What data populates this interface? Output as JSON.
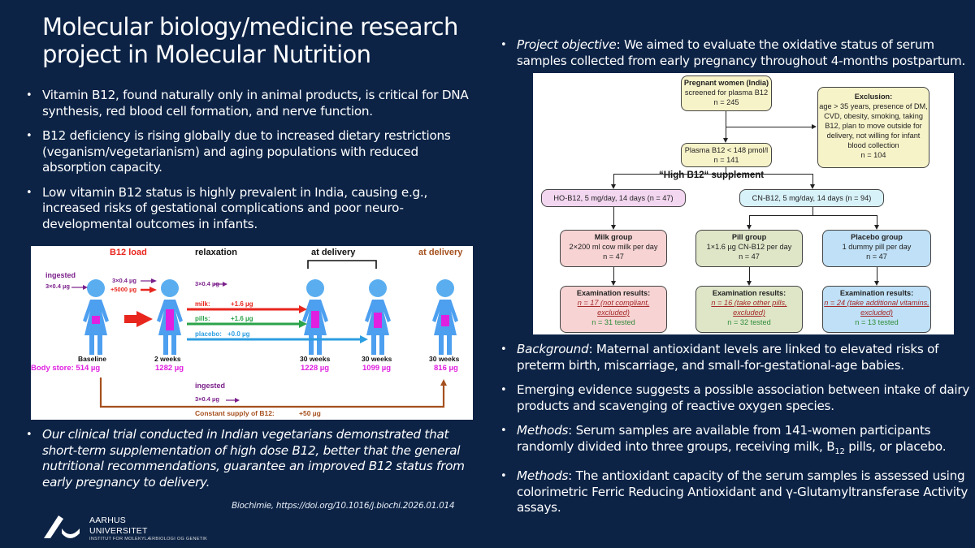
{
  "title": "Molecular biology/medicine research project in Molecular Nutrition",
  "left_bullets": [
    "Vitamin B12, found naturally only in animal products, is critical for DNA synthesis, red blood cell formation, and nerve function.",
    "B12 deficiency is rising globally due to increased dietary restrictions (veganism/vegetarianism) and aging populations with reduced absorption capacity.",
    "Low vitamin B12 status is highly prevalent in India, causing e.g., increased risks of gestational complications and poor neuro-developmental outcomes in infants."
  ],
  "left_bottom_bullet": "Our clinical trial conducted in Indian vegetarians demonstrated that short-term supplementation of high dose B12, better that the general nutritional recommendations, guarantee an improved B12 status from early pregnancy to delivery.",
  "reference": "Biochimie, https://doi.org/10.1016/j.biochi.2026.01.014",
  "logo": {
    "line1": "AARHUS",
    "line2": "UNIVERSITET",
    "line3": "INSTITUT FOR MOLEKYLÆRBIOLOGI OG GENETIK"
  },
  "right_top": {
    "label": "Project objective",
    "text": ": We aimed to evaluate the oxidative status of serum samples collected from early pregnancy throughout 4-months postpartum."
  },
  "right_bullets": {
    "b1_label": "Background",
    "b1_text": ": Maternal antioxidant levels are linked to elevated risks of preterm birth, miscarriage, and small-for-gestational-age babies.",
    "b2_text": "Emerging evidence suggests a possible association between intake of dairy products and scavenging of reactive oxygen species.",
    "b3_label": "Methods",
    "b3_text_a": ": Serum samples are available from 141-women participants randomly divided into three groups, receiving milk, B",
    "b3_sub": "12",
    "b3_text_b": " pills, or placebo.",
    "b4_label": "Methods",
    "b4_text": ": The antioxidant capacity of the serum samples is assessed using colorimetric Ferric Reducing Antioxidant and γ-Glutamyltransferase Activity assays."
  },
  "b12_figure": {
    "phases": {
      "load": "B12 load",
      "relaxation": "relaxation",
      "delivery": "at delivery",
      "delivery2": "at delivery"
    },
    "ingested": "ingested",
    "dose": "3×0.4 µg",
    "megadose": "+5000 µg",
    "groups": [
      {
        "name": "milk:",
        "value": "+1.6 µg",
        "color": "#e8261e"
      },
      {
        "name": "pills:",
        "value": "+1.6 µg",
        "color": "#2aa34a"
      },
      {
        "name": "placebo:",
        "value": "+0.0 µg",
        "color": "#2d9ee0"
      }
    ],
    "timepoints": [
      {
        "label": "Baseline",
        "value": "Body store:  514 µg"
      },
      {
        "label": "2 weeks",
        "value": "1282 µg"
      },
      {
        "label": "30 weeks",
        "value": "1228 µg"
      },
      {
        "label": "30 weeks",
        "value": "1099 µg"
      },
      {
        "label": "30 weeks",
        "value": "816 µg"
      }
    ],
    "constant_supply": "Constant supply of B12:",
    "constant_value": "+50 µg"
  },
  "flowchart": {
    "screen": {
      "title": "Pregnant women (India)",
      "line": "screened for plasma B12",
      "n": "n = 245"
    },
    "exclusion": {
      "title": "Exclusion:",
      "text": "age > 35 years, presence of DM, CVD, obesity, smoking, taking B12, plan to move outside for delivery, not willing for infant blood collection",
      "n": "n = 104"
    },
    "plasma": {
      "line": "Plasma B12 < 148 pmol/l",
      "n": "n = 141"
    },
    "supplement": "“High B12“ supplement",
    "ho": "HO-B12, 5 mg/day, 14 days  (n = 47)",
    "cn": "CN-B12, 5 mg/day, 14 days    (n = 94)",
    "groups": [
      {
        "title": "Milk group",
        "line": "2×200 ml cow milk per day",
        "n": "n = 47",
        "exam": "Examination results:",
        "excluded": "n = 17 (not compliant, excluded)",
        "tested": "n = 31 tested"
      },
      {
        "title": "Pill group",
        "line": "1×1.6 µg CN-B12 per day",
        "n": "n = 47",
        "exam": "Examination results:",
        "excluded": "n = 16 (take other pills, excluded)",
        "tested": "n = 32 tested"
      },
      {
        "title": "Placebo group",
        "line": "1 dummy pill per day",
        "n": "n = 47",
        "exam": "Examination results:",
        "excluded": "n = 24 (take additional vitamins, excluded)",
        "tested": "n = 13 tested"
      }
    ]
  },
  "colors": {
    "background": "#0c2346",
    "magenta": "#e020e0",
    "brown": "#a5501e",
    "figure_blue": "#5aaef0"
  }
}
